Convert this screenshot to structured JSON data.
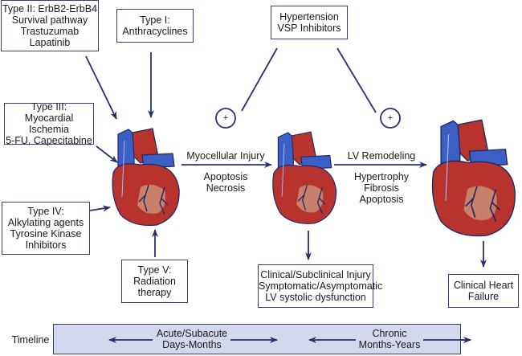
{
  "boxes": {
    "type2": [
      "Type II: ErbB2-ErbB4",
      "Survival pathway",
      "Trastuzumab",
      "Lapatinib"
    ],
    "type1": [
      "Type I:",
      "Anthracyclines"
    ],
    "type3": [
      "Type III:",
      "Myocardial Ischemia",
      "5-FU, Capecitabine"
    ],
    "type4": [
      "Type IV:",
      "Alkylating agents",
      "Tyrosine Kinase",
      "Inhibitors"
    ],
    "type5": [
      "Type V:",
      "Radiation",
      "therapy"
    ],
    "hypertension": [
      "Hypertension",
      "VSP Inhibitors"
    ],
    "clinical_injury": [
      "Clinical/Subclinical Injury",
      "Symptomatic/Asymptomatic",
      "LV systolic dysfunction"
    ],
    "heart_failure": [
      "Clinical Heart",
      "Failure"
    ]
  },
  "transitions": {
    "first": {
      "title": "Myocellular Injury",
      "details": [
        "Apoptosis",
        "Necrosis"
      ]
    },
    "second": {
      "title": "LV Remodeling",
      "details": [
        "Hypertrophy",
        "Fibrosis",
        "Apoptosis"
      ]
    }
  },
  "plus_sign": "+",
  "timeline": {
    "label": "Timeline",
    "phases": [
      {
        "name": "Acute/Subacute",
        "duration": "Days-Months"
      },
      {
        "name": "Chronic",
        "duration": "Months-Years"
      }
    ]
  },
  "colors": {
    "arrow": "#27306e",
    "box_border": "#3b3f73",
    "timeline_fill": "#d4d8ec",
    "heart_red": "#b8322e",
    "heart_blue": "#3b5fc4",
    "heart_tan": "#c9806a"
  }
}
